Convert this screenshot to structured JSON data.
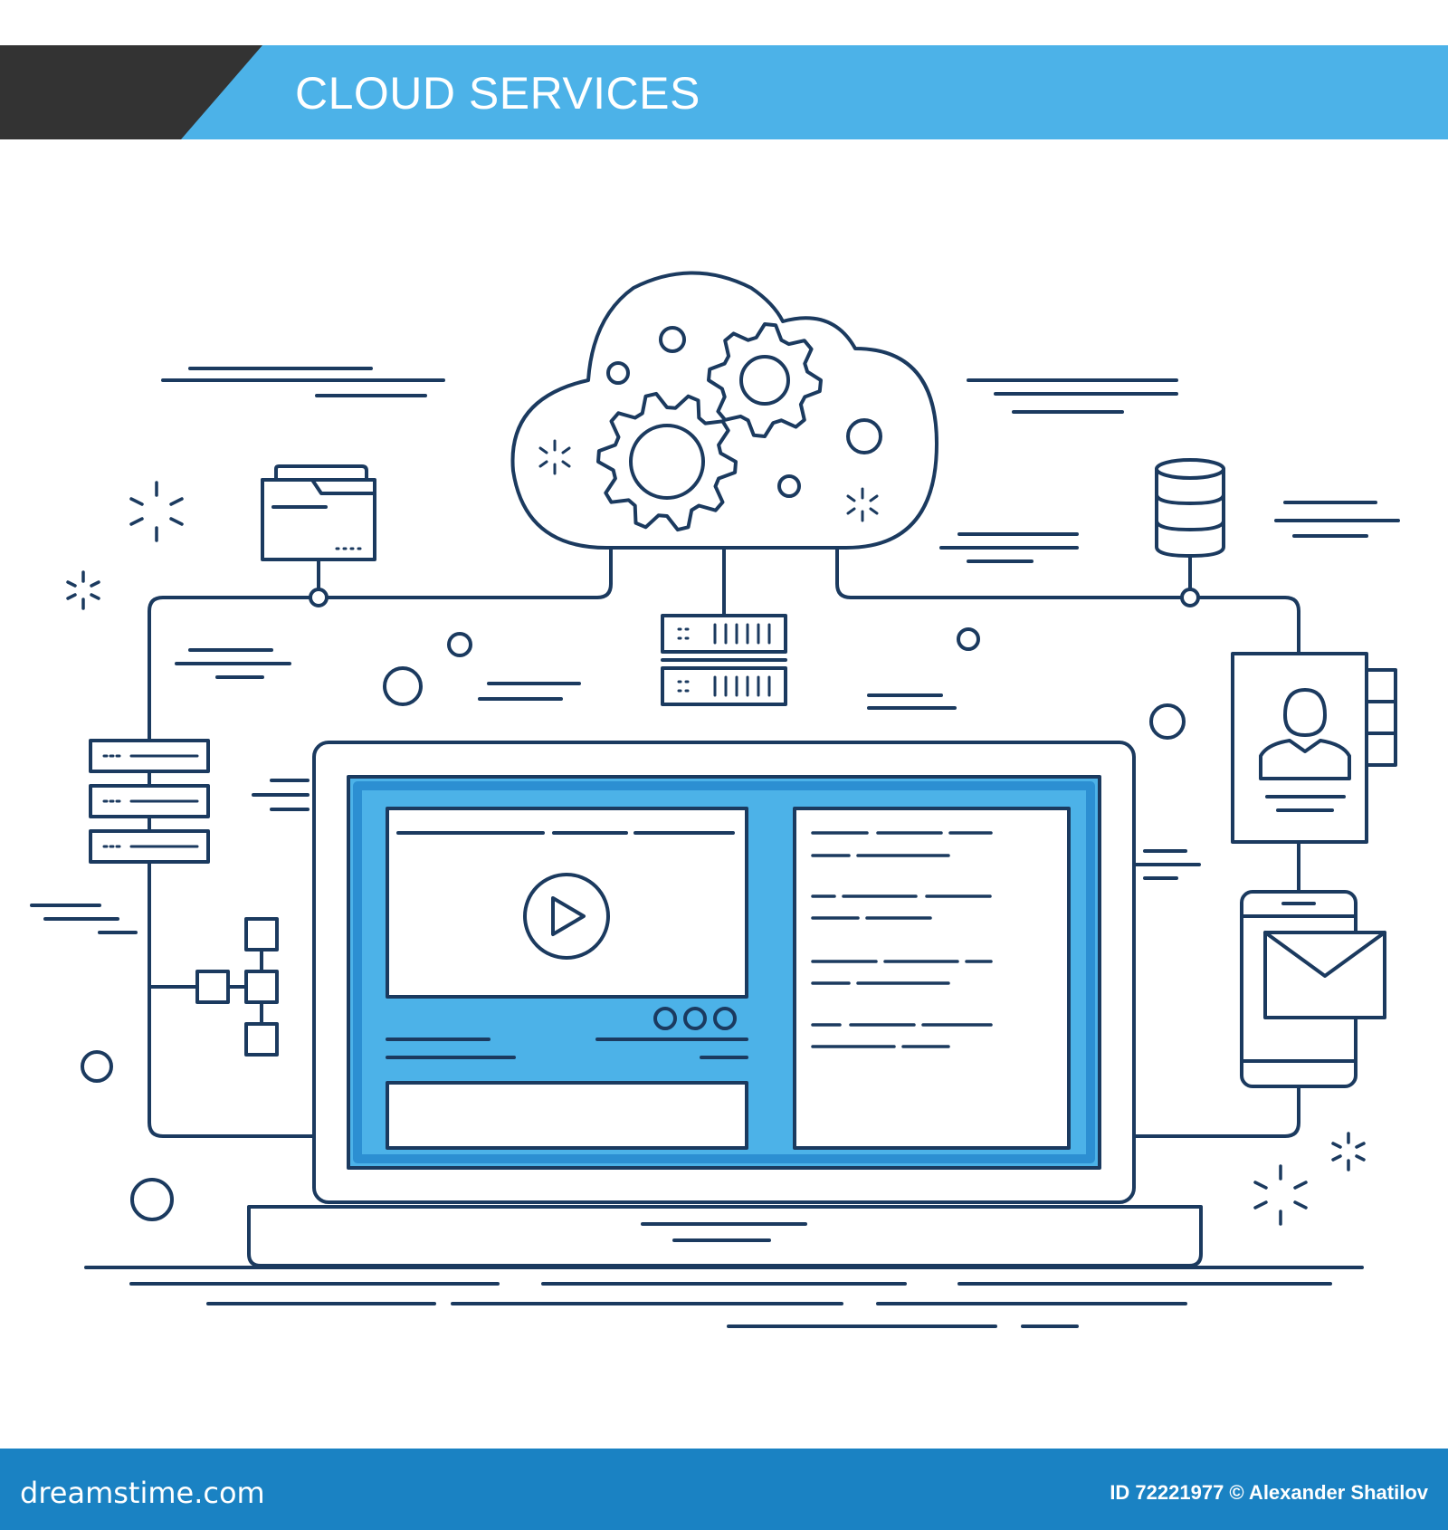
{
  "banner": {
    "title": "CLOUD SERVICES"
  },
  "footer": {
    "brand": "dreamstime.com",
    "credit": "ID 72221977 © Alexander Shatilov"
  },
  "icons": [
    "cloud-icon",
    "gear-icon",
    "folder-icon",
    "database-icon",
    "server-icon",
    "contact-card-icon",
    "smartphone-icon",
    "envelope-icon",
    "sitemap-icon",
    "laptop-icon",
    "play-icon",
    "sparkle-icon"
  ],
  "colors": {
    "line": "#1b3a5f",
    "accent": "#4cb2e8",
    "footer": "#1a82c3",
    "banner_dark": "#333333"
  }
}
